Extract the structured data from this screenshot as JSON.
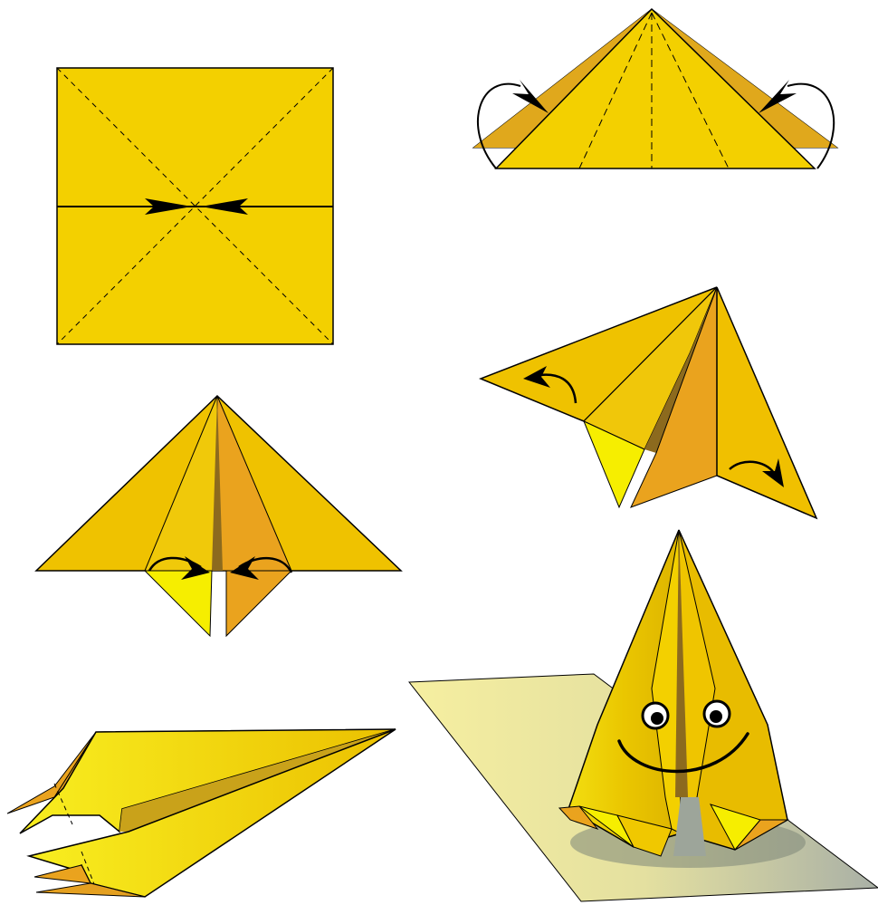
{
  "diagram": {
    "subject": "origami-cone-figure-folding-steps",
    "step_count": 6,
    "colors": {
      "paper": "#F3D000",
      "paper_light": "#F6EE00",
      "paper_mid": "#EFC200",
      "paper_orange": "#EAA31E",
      "paper_shadow": "#A87C24",
      "outline": "#000000",
      "arrow": "#000000",
      "table_light": "#F6EFA0",
      "table_dark": "#A9B0A6",
      "background": "#FFFFFF"
    },
    "steps": [
      {
        "id": 1,
        "shape": "square",
        "creases": "diagonal-valley",
        "arrows": 2,
        "arrow_icon": "push-inward-arrow"
      },
      {
        "id": 2,
        "shape": "triangle",
        "creases": "radial-valley",
        "arrows": 2,
        "arrow_icon": "curved-fold-behind-arrow"
      },
      {
        "id": 3,
        "shape": "triangle-with-flaps",
        "arrows": 2,
        "arrow_icon": "curved-fold-in-arrow"
      },
      {
        "id": 4,
        "shape": "rotated-folded-form",
        "arrows": 2,
        "arrow_icon": "curved-fold-out-arrow"
      },
      {
        "id": 5,
        "shape": "side-view-flattened",
        "arrows": 0
      },
      {
        "id": 6,
        "shape": "standing-cone-figure",
        "arrows": 0,
        "face": "smiling-face"
      }
    ]
  }
}
